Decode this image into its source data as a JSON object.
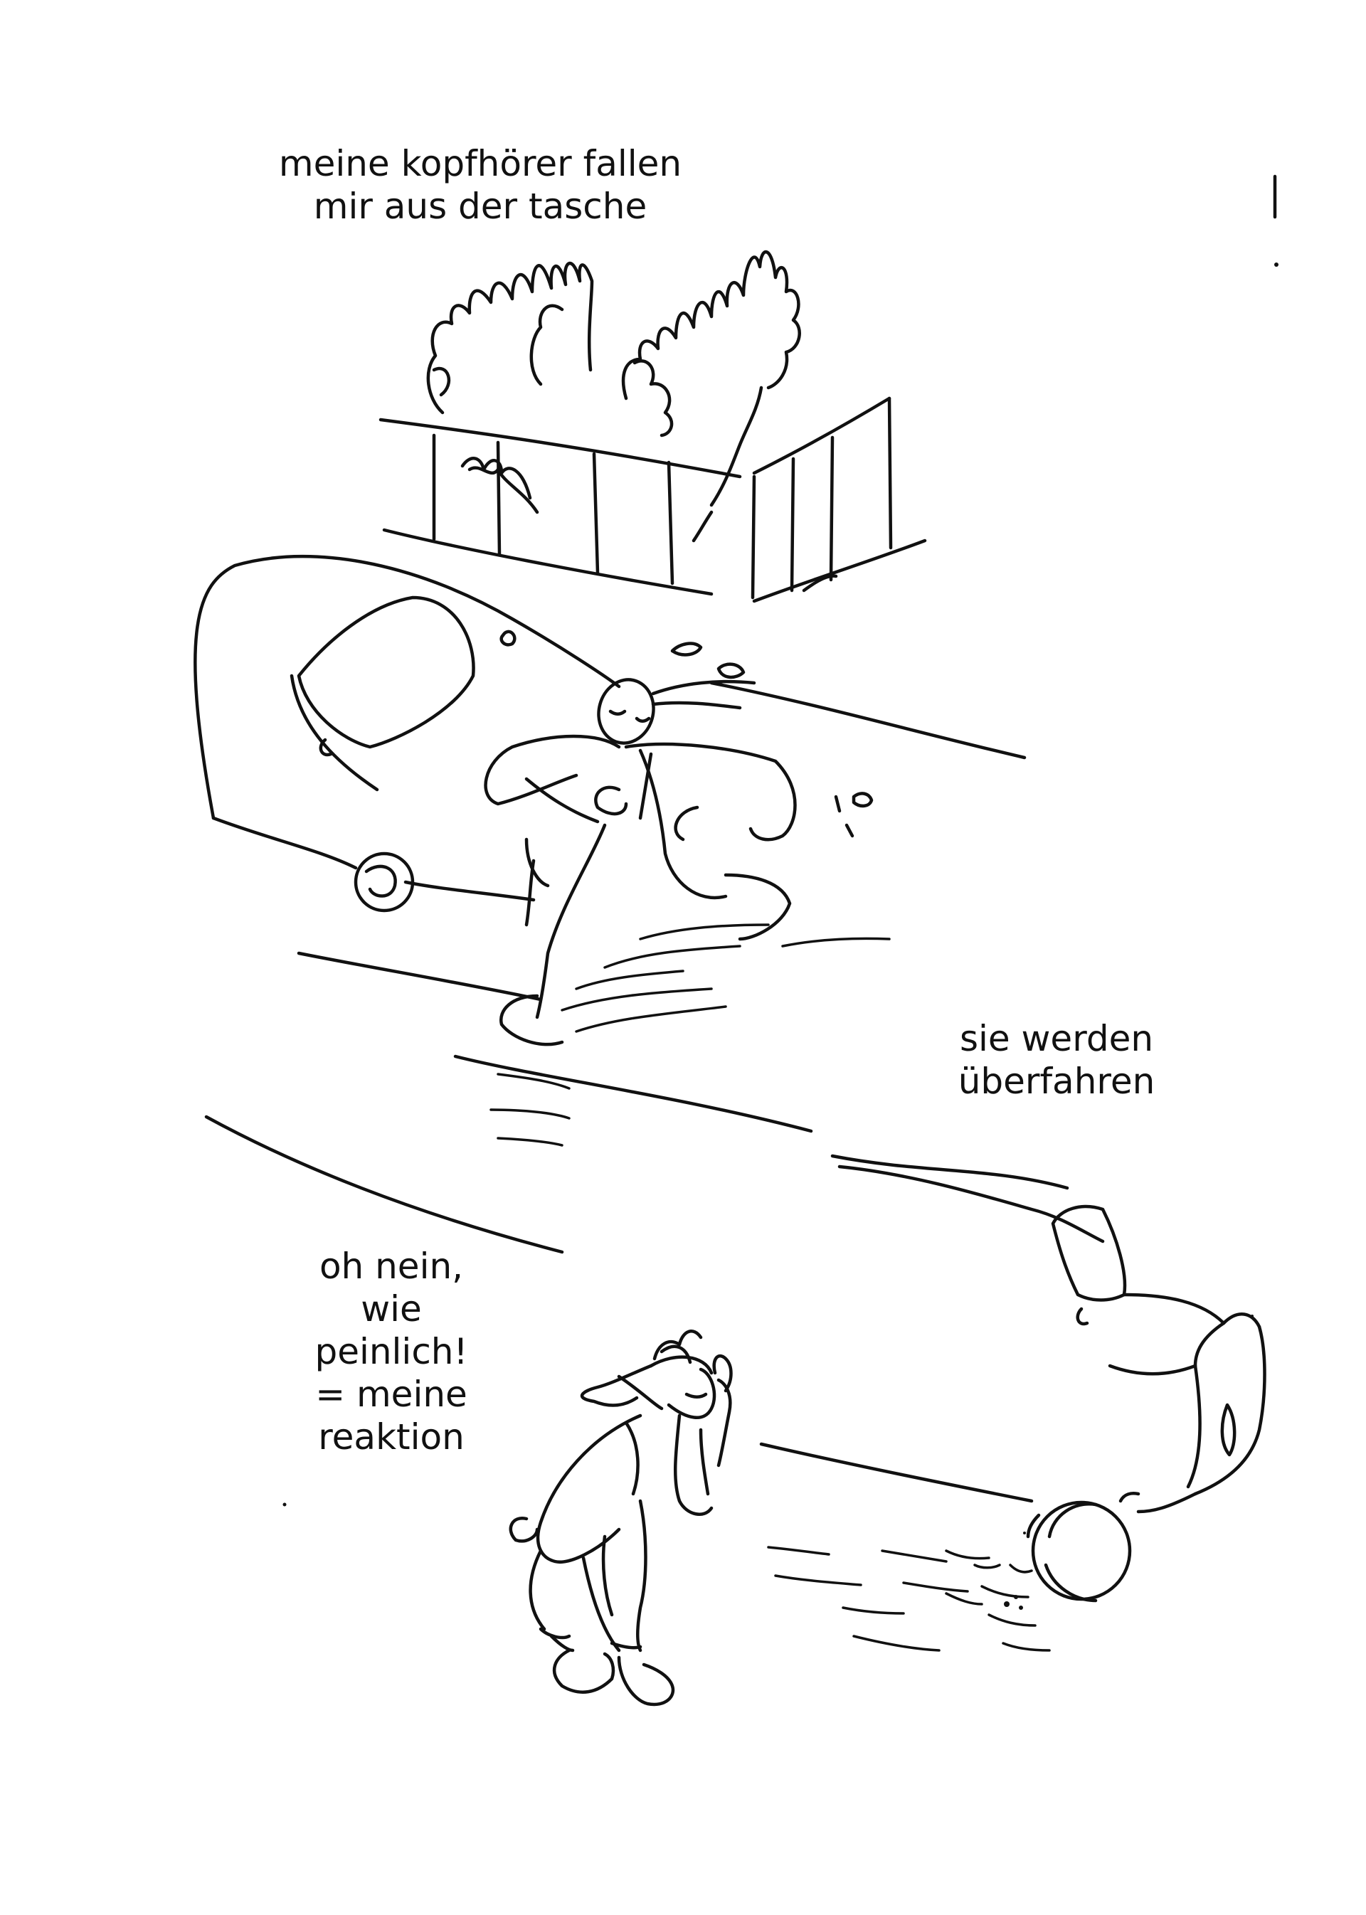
{
  "captions": {
    "top": {
      "line1": "meine kopfhörer fallen",
      "line2": "mir aus der tasche"
    },
    "right": {
      "line1": "sie werden",
      "line2": "überfahren"
    },
    "bottom": {
      "line1": "oh nein,",
      "line2": "wie",
      "line3": "peinlich!",
      "line4": "= meine",
      "line5": "reaktion"
    }
  },
  "colors": {
    "ink": "#111111",
    "paper": "#ffffff"
  }
}
